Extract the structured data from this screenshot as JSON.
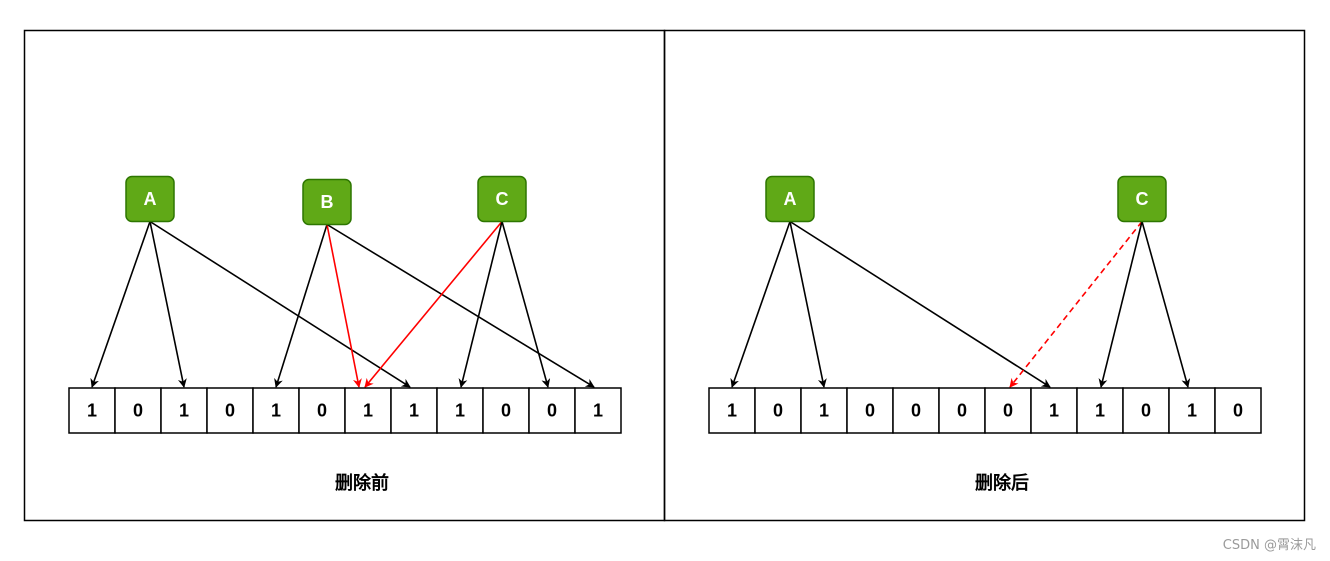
{
  "colors": {
    "node_fill": "#60a917",
    "node_stroke": "#2d7600",
    "edge_normal": "#000000",
    "edge_highlight": "#ff0000",
    "cell_border": "#000000",
    "frame_border": "#000000"
  },
  "panels": [
    {
      "id": "before",
      "caption": "删除前",
      "bits": [
        "1",
        "0",
        "1",
        "0",
        "1",
        "0",
        "1",
        "1",
        "1",
        "0",
        "0",
        "1"
      ],
      "nodes": [
        {
          "id": "A",
          "label": "A"
        },
        {
          "id": "B",
          "label": "B"
        },
        {
          "id": "C",
          "label": "C"
        }
      ],
      "edges": [
        {
          "from": "A",
          "to_cell": 0,
          "style": "solid",
          "color": "normal"
        },
        {
          "from": "A",
          "to_cell": 2,
          "style": "solid",
          "color": "normal"
        },
        {
          "from": "A",
          "to_cell": 7,
          "style": "solid",
          "color": "normal"
        },
        {
          "from": "B",
          "to_cell": 4,
          "style": "solid",
          "color": "normal"
        },
        {
          "from": "B",
          "to_cell": 6,
          "style": "solid",
          "color": "highlight"
        },
        {
          "from": "B",
          "to_cell": 11,
          "style": "solid",
          "color": "normal"
        },
        {
          "from": "C",
          "to_cell": 6,
          "style": "solid",
          "color": "highlight"
        },
        {
          "from": "C",
          "to_cell": 8,
          "style": "solid",
          "color": "normal"
        },
        {
          "from": "C",
          "to_cell": 10,
          "style": "solid",
          "color": "normal"
        }
      ]
    },
    {
      "id": "after",
      "caption": "删除后",
      "bits": [
        "1",
        "0",
        "1",
        "0",
        "0",
        "0",
        "0",
        "1",
        "1",
        "0",
        "1",
        "0"
      ],
      "nodes": [
        {
          "id": "A",
          "label": "A"
        },
        {
          "id": "C",
          "label": "C"
        }
      ],
      "edges": [
        {
          "from": "A",
          "to_cell": 0,
          "style": "solid",
          "color": "normal"
        },
        {
          "from": "A",
          "to_cell": 2,
          "style": "solid",
          "color": "normal"
        },
        {
          "from": "A",
          "to_cell": 7,
          "style": "solid",
          "color": "normal"
        },
        {
          "from": "C",
          "to_cell": 6,
          "style": "dashed",
          "color": "highlight"
        },
        {
          "from": "C",
          "to_cell": 8,
          "style": "solid",
          "color": "normal"
        },
        {
          "from": "C",
          "to_cell": 10,
          "style": "solid",
          "color": "normal"
        }
      ]
    }
  ],
  "watermark": "CSDN @霄沫凡"
}
